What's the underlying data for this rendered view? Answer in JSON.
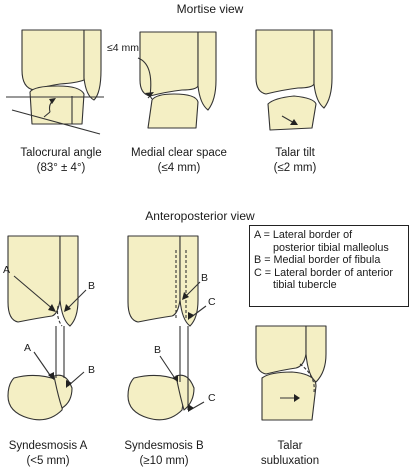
{
  "headings": {
    "mortise": "Mortise view",
    "ap": "Anteroposterior view"
  },
  "panels": {
    "talocrural": {
      "line1": "Talocrural angle",
      "line2": "(83° ± 4°)"
    },
    "medial": {
      "line1": "Medial clear space",
      "line2": "(≤4 mm)",
      "annotation": "≤4 mm"
    },
    "talartilt": {
      "line1": "Talar tilt",
      "line2": "(≤2 mm)"
    },
    "syndA": {
      "line1": "Syndesmosis A",
      "line2": "(<5 mm)"
    },
    "syndB": {
      "line1": "Syndesmosis B",
      "line2": "(≥10 mm)"
    },
    "talarsub": {
      "line1": "Talar",
      "line2": "subluxation"
    }
  },
  "markers": {
    "a": "A",
    "b": "B",
    "c": "C"
  },
  "legend": {
    "a_line1": "A = Lateral border of",
    "a_line2": "posterior tibial malleolus",
    "b_line1": "B = Medial border of fibula",
    "c_line1": "C = Lateral border of anterior",
    "c_line2": "tibial tubercle"
  },
  "colors": {
    "bone": "#f4efc4",
    "outline": "#333333",
    "text": "#1a1a1a"
  }
}
